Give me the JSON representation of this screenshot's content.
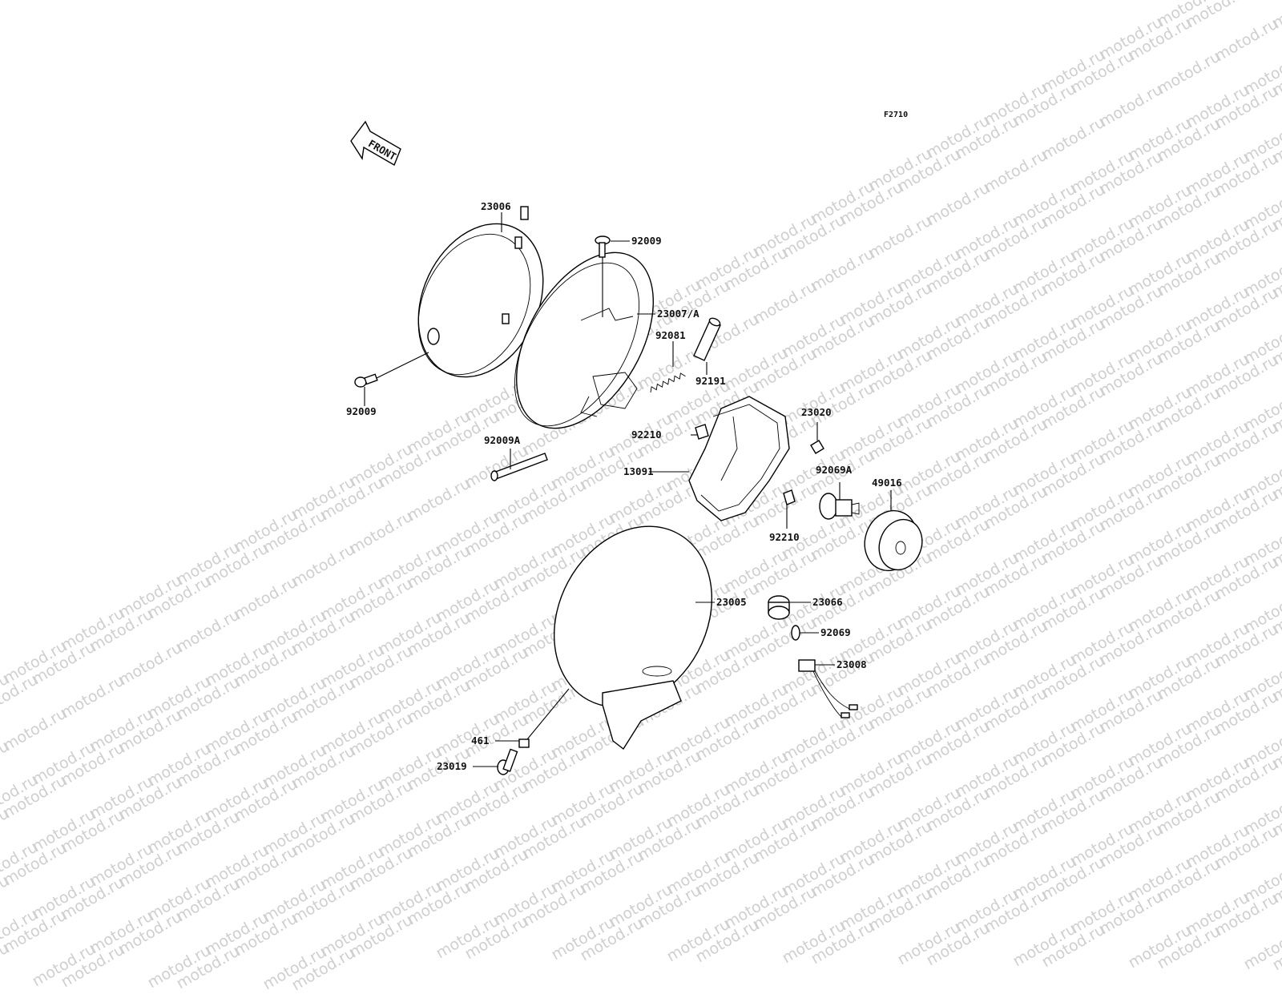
{
  "watermark_text": "motod.ru",
  "figure_code": "F2710",
  "front_label": "FRONT",
  "parts": {
    "p23006": "23006",
    "p92009_top": "92009",
    "p23007a": "23007/A",
    "p92081": "92081",
    "p92191": "92191",
    "p92009_left": "92009",
    "p23020": "23020",
    "p92210_top": "92210",
    "p92009a": "92009A",
    "p13091": "13091",
    "p92069a": "92069A",
    "p49016": "49016",
    "p92210_bottom": "92210",
    "p23005": "23005",
    "p23066": "23066",
    "p92069": "92069",
    "p23008": "23008",
    "p461": "461",
    "p23019": "23019"
  }
}
